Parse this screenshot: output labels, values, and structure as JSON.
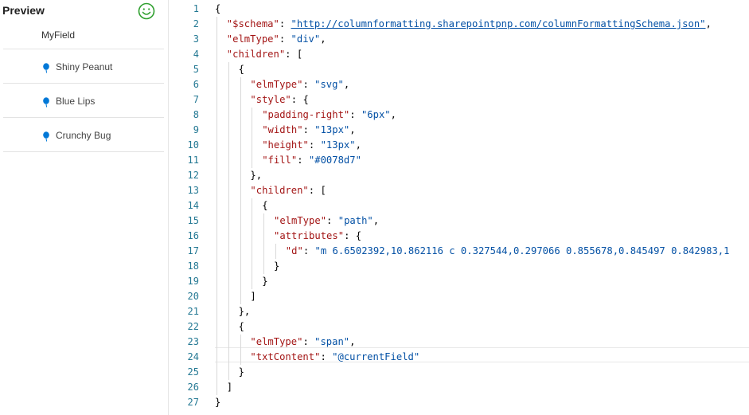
{
  "preview": {
    "title": "Preview",
    "field_header": "MyField",
    "items": [
      {
        "label": "Shiny Peanut",
        "icon": "balloon-icon"
      },
      {
        "label": "Blue Lips",
        "icon": "balloon-icon"
      },
      {
        "label": "Crunchy Bug",
        "icon": "balloon-icon"
      }
    ],
    "status_icon": "smiley-icon",
    "status_color": "#2e9f2e",
    "icon_color": "#0078d7"
  },
  "editor": {
    "line_numbers": [
      "1",
      "2",
      "3",
      "4",
      "5",
      "6",
      "7",
      "8",
      "9",
      "10",
      "11",
      "12",
      "13",
      "14",
      "15",
      "16",
      "17",
      "18",
      "19",
      "20",
      "21",
      "22",
      "23",
      "24",
      "25",
      "26",
      "27"
    ],
    "lines": [
      {
        "text": "{"
      },
      {
        "key": "\"$schema\"",
        "sep": ": ",
        "val": "\"http://columnformatting.sharepointpnp.com/columnFormattingSchema.json\"",
        "tail": ","
      },
      {
        "key": "\"elmType\"",
        "sep": ": ",
        "val": "\"div\"",
        "tail": ","
      },
      {
        "key": "\"children\"",
        "sep": ": ",
        "tail": "["
      },
      {
        "text": "{"
      },
      {
        "key": "\"elmType\"",
        "sep": ": ",
        "val": "\"svg\"",
        "tail": ","
      },
      {
        "key": "\"style\"",
        "sep": ": ",
        "tail": "{"
      },
      {
        "key": "\"padding-right\"",
        "sep": ": ",
        "val": "\"6px\"",
        "tail": ","
      },
      {
        "key": "\"width\"",
        "sep": ": ",
        "val": "\"13px\"",
        "tail": ","
      },
      {
        "key": "\"height\"",
        "sep": ": ",
        "val": "\"13px\"",
        "tail": ","
      },
      {
        "key": "\"fill\"",
        "sep": ": ",
        "val": "\"#0078d7\""
      },
      {
        "text": "},"
      },
      {
        "key": "\"children\"",
        "sep": ": ",
        "tail": "["
      },
      {
        "text": "{"
      },
      {
        "key": "\"elmType\"",
        "sep": ": ",
        "val": "\"path\"",
        "tail": ","
      },
      {
        "key": "\"attributes\"",
        "sep": ": ",
        "tail": "{"
      },
      {
        "key": "\"d\"",
        "sep": ": ",
        "val": "\"m 6.6502392,10.862116 c 0.327544,0.297066 0.855678,0.845497 0.842983,1"
      },
      {
        "text": "}"
      },
      {
        "text": "}"
      },
      {
        "text": "]"
      },
      {
        "text": "},"
      },
      {
        "text": "{"
      },
      {
        "key": "\"elmType\"",
        "sep": ": ",
        "val": "\"span\"",
        "tail": ","
      },
      {
        "key": "\"txtContent\"",
        "sep": ": ",
        "val": "\"@currentField\""
      },
      {
        "text": "}"
      },
      {
        "text": "]"
      },
      {
        "text": "}"
      }
    ]
  }
}
